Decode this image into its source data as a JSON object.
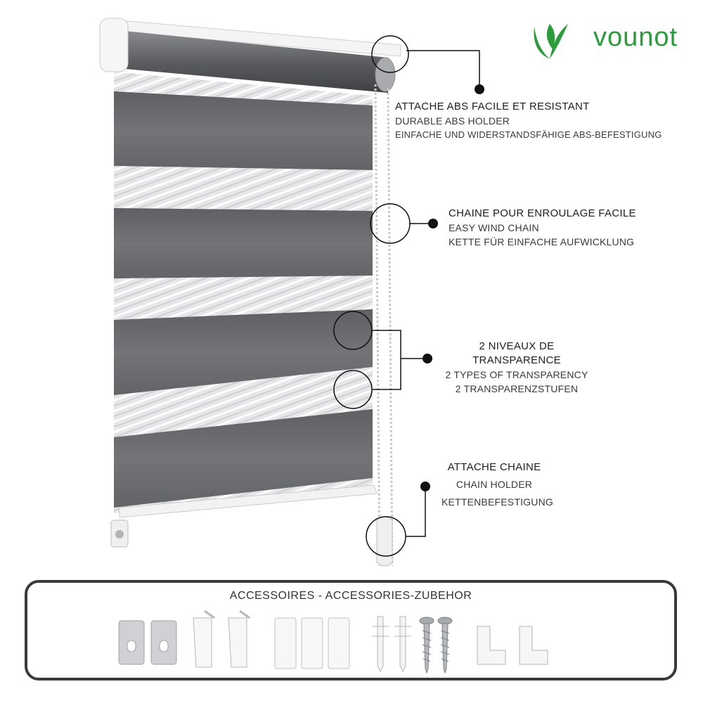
{
  "brand": {
    "name": "vounot",
    "color": "#2c9b3c"
  },
  "colors": {
    "fabric_dark": "#6a6c6f",
    "fabric_sheer": "#e4e5e7",
    "frame": "#f2f2f2",
    "line": "#111111"
  },
  "callouts": {
    "abs_holder": {
      "fr": "ATTACHE ABS FACILE ET RESISTANT",
      "en": "DURABLE ABS HOLDER",
      "de": "EINFACHE UND WIDERSTANDSFÄHIGE ABS-BEFESTIGUNG"
    },
    "chain": {
      "fr": "CHAINE POUR ENROULAGE FACILE",
      "en": "EASY WIND CHAIN",
      "de": "KETTE FÜR EINFACHE AUFWICKLUNG"
    },
    "transparency": {
      "fr": "2 NIVEAUX DE TRANSPARENCE",
      "en": "2 TYPES OF TRANSPARENCY",
      "de": "2 TRANSPARENZSTUFEN"
    },
    "chain_holder": {
      "fr": "ATTACHE CHAINE",
      "en": "CHAIN HOLDER",
      "de": "KETTENBEFESTIGUNG"
    }
  },
  "accessories": {
    "title": "ACCESSOIRES - ACCESSORIES-ZUBEHOR",
    "items": [
      "metal-bracket-icon",
      "metal-bracket-icon",
      "clip-bracket-icon",
      "clip-bracket-icon",
      "spacer-block-icon",
      "spacer-block-icon",
      "spacer-block-icon",
      "wall-plug-icon",
      "wall-plug-icon",
      "screw-icon",
      "screw-icon",
      "chain-clip-icon",
      "chain-clip-icon"
    ]
  }
}
